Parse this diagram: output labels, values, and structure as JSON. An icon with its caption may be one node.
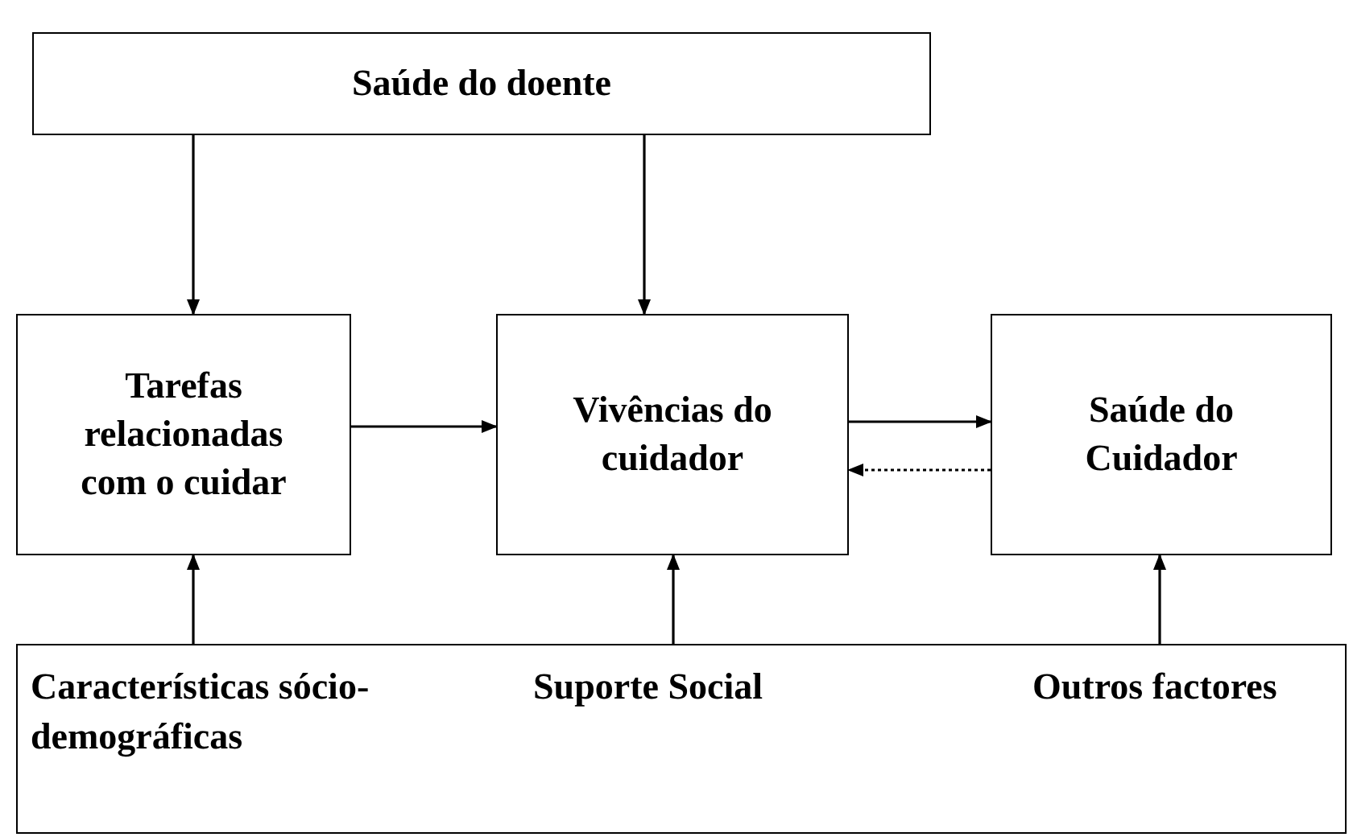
{
  "diagram": {
    "nodes": [
      {
        "text": [
          "Saúde do doente"
        ]
      },
      {
        "text": [
          "Tarefas relacionadas com o cuidar"
        ]
      },
      {
        "text": [
          "Vivências do cuidador"
        ]
      },
      {
        "text": [
          "Saúde do Cuidador"
        ]
      },
      {
        "text": [
          "Características sócio-demográficas",
          "Suporte Social",
          "Outros factores"
        ]
      }
    ],
    "edges": [
      {
        "from": 0,
        "to": 1,
        "arrow": "to"
      },
      {
        "from": 0,
        "to": 2,
        "arrow": "to"
      },
      {
        "from": 1,
        "to": 2,
        "arrow": "to"
      },
      {
        "from": 2,
        "to": 3,
        "arrow": "to"
      },
      {
        "from": 3,
        "to": 2,
        "arrow": "to",
        "style": "dashed"
      },
      {
        "from": 4,
        "to": 1,
        "arrow": "to"
      },
      {
        "from": 4,
        "to": 2,
        "arrow": "to"
      },
      {
        "from": 4,
        "to": 3,
        "arrow": "to"
      }
    ]
  }
}
